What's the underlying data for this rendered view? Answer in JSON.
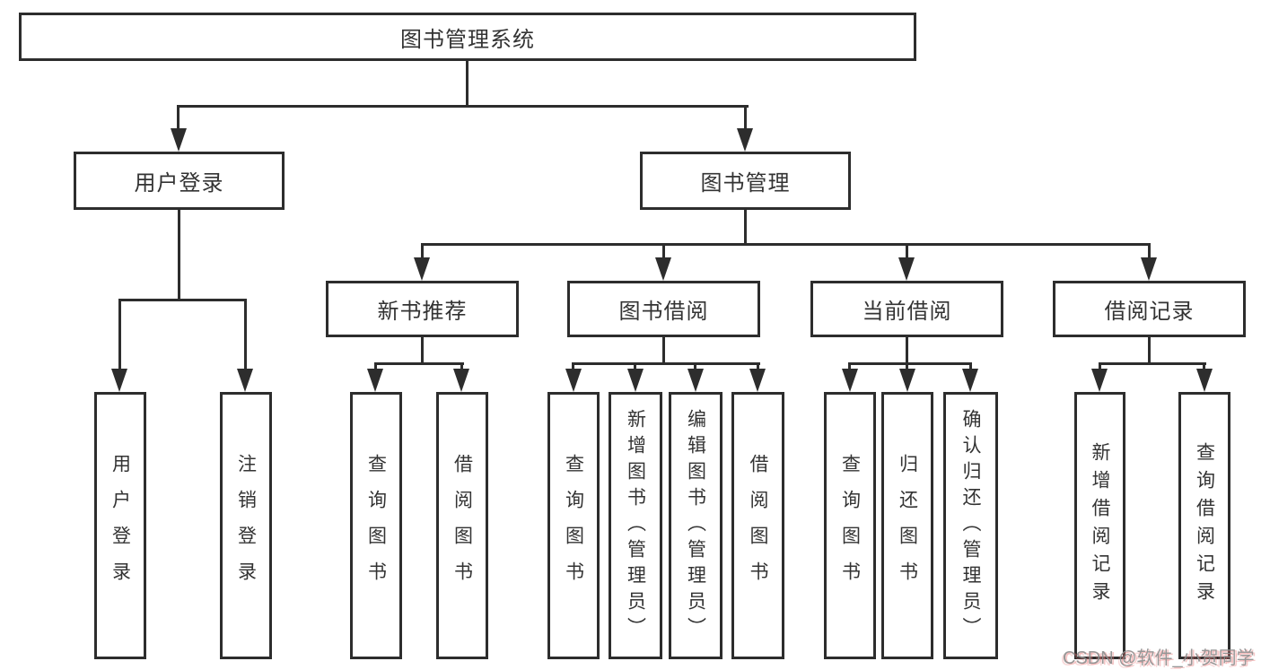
{
  "diagram_title": "图书管理系统",
  "tree": {
    "root": "图书管理系统",
    "level1": [
      "用户登录",
      "图书管理"
    ],
    "level2": [
      "新书推荐",
      "图书借阅",
      "当前借阅",
      "借阅记录"
    ],
    "level3": {
      "user_login": [
        "用户登录",
        "注销登录"
      ],
      "new_book_rec": [
        "查询图书",
        "借阅图书"
      ],
      "book_borrow": [
        "查询图书",
        "新增图书（管理员）",
        "编辑图书（管理员）",
        "借阅图书"
      ],
      "current_borrow": [
        "查询图书",
        "归还图书",
        "确认归还（管理员）"
      ],
      "borrow_record": [
        "新增借阅记录",
        "查询借阅记录"
      ]
    }
  },
  "watermark": {
    "text": "CSDN @软件_小贺同学"
  },
  "colors": {
    "line": "#2d2d2d",
    "text": "#333333",
    "box_fill": "#ffffff",
    "background": "#ffffff",
    "watermark_gray": "#8e8e8e",
    "watermark_pink": "#e87a7a"
  }
}
